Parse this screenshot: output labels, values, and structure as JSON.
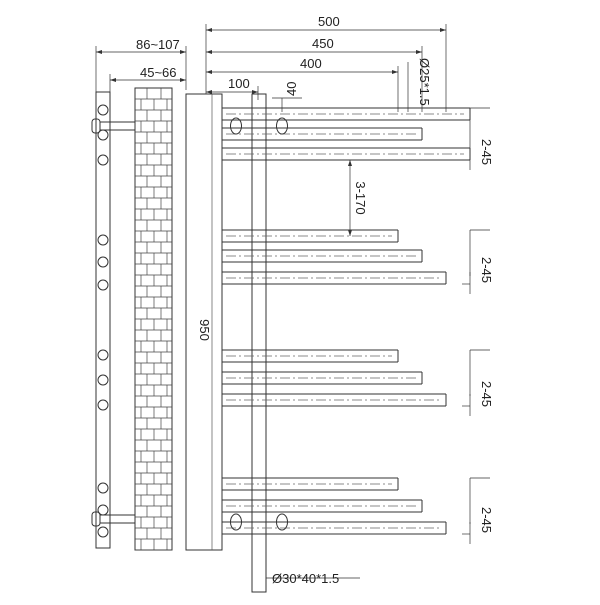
{
  "dimensions": {
    "overall_depth": "86~107",
    "wall_gap": "45~66",
    "width_500": "500",
    "width_450": "450",
    "width_400": "400",
    "bar_spacing_100": "100",
    "offset_40": "40",
    "bar_pipe": "Ø25*1.5",
    "height": "950",
    "gap_3_170": "3-170",
    "bar_pitch": [
      "2-45",
      "2-45",
      "2-45",
      "2-45"
    ],
    "upright_pipe": "Ø30*40*1.5"
  },
  "colors": {
    "line": "#333333",
    "background": "#ffffff"
  }
}
